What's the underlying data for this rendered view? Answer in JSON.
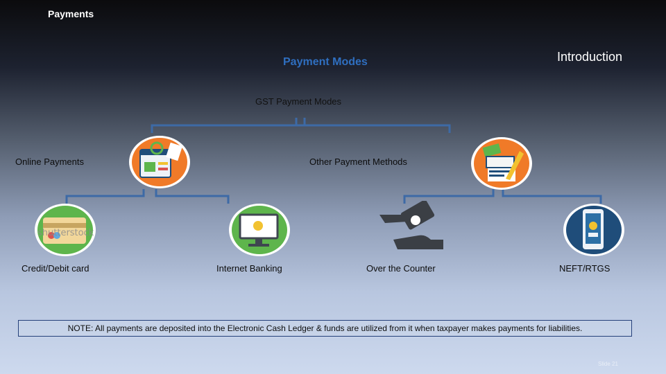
{
  "header": {
    "title": "Payments"
  },
  "section_title": "Payment Modes",
  "intro_label": "Introduction",
  "tree": {
    "root": "GST Payment Modes",
    "online": "Online Payments",
    "other": "Other Payment Methods",
    "card": "Credit/Debit card",
    "netbank": "Internet Banking",
    "counter": "Over the Counter",
    "neft": "NEFT/RTGS"
  },
  "watermark": "shutterstock",
  "note": "NOTE: All payments are deposited into the Electronic Cash Ledger & funds are utilized from it when taxpayer makes payments for liabilities.",
  "slide_number": "Slide 21",
  "colors": {
    "connector": "#3d6aa6",
    "accent_blue": "#2f6fc0",
    "icon_orange": "#f07a28",
    "icon_green": "#5eb54c",
    "icon_navy": "#1f4d7a"
  }
}
